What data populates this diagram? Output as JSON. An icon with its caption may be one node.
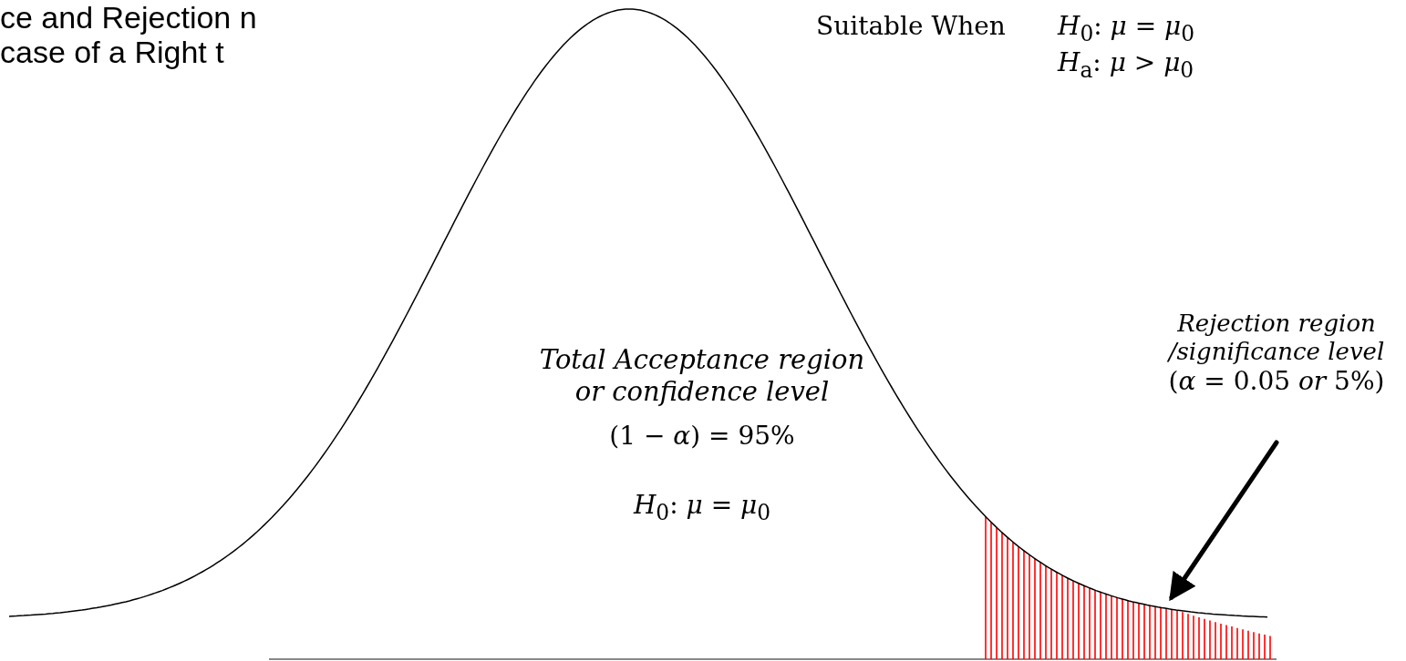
{
  "diagram": {
    "title": "ce and Rejection n case of a Right t",
    "nodes": [
      {
        "text": [
          "Rejection region /significance level",
          "(*α* = 0.05 *or* 5%)"
        ]
      },
      {
        "text": [],
        "shape": "box"
      }
    ],
    "edges": [
      {
        "from": 0,
        "to": 1,
        "arrow": "to"
      }
    ],
    "labels": [
      "Suitable When",
      "*H*$_{0}$: *μ* = *μ*$_{0}$",
      "*H*$_{a}$: *μ* > *μ*$_{0}$",
      "*Total Acceptance region or confidence level*",
      "(1 − *α*) = 95%",
      "*H*$_{0}$: *μ* = *μ*$_{0}$"
    ]
  }
}
